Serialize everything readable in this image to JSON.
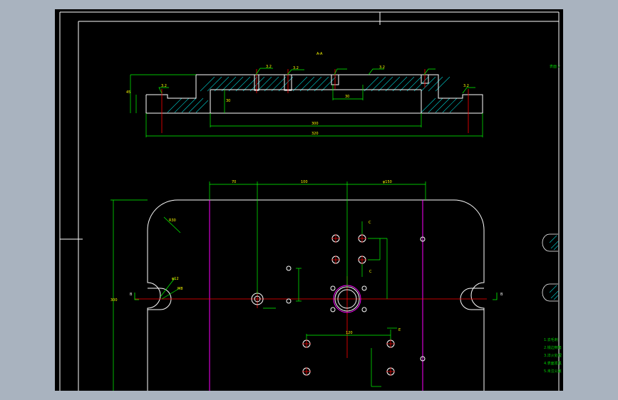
{
  "colors": {
    "background": "#000000",
    "frame": "#ffffff",
    "outline": "#ffffff",
    "dimension": "#00ff00",
    "center_line": "#ff0000",
    "aux_line": "#ff00ff",
    "hatch": "#00cccc",
    "text": "#ffff00",
    "notes": "#00cc00"
  },
  "section_view": {
    "label": "A-A",
    "dims": {
      "top_left": "3.2",
      "top_mid": "3.2",
      "top_right": "3.2",
      "left_end": "3.2",
      "right_end": "3.2",
      "inner_width": "300",
      "overall_width": "320",
      "slot_width": "30",
      "height": "45",
      "depth": "30"
    }
  },
  "plan_view": {
    "dims": {
      "left_offset": "70",
      "center_span": "100",
      "right_offset": "φ150",
      "hole_c_top": "C",
      "hole_c_bottom": "C",
      "hole_e": "E",
      "radius": "R30",
      "vertical_total": "300",
      "hole_pitch": "120",
      "small_hole": "φ12",
      "tap": "M8"
    },
    "section_marks": {
      "left": "B",
      "right": "B"
    }
  },
  "side_label": "表面 √",
  "tech_notes": [
    "1.去毛刺",
    "2.锐边倒角",
    "3.淬火处理",
    "4.表面发黑",
    "5.未注公差"
  ]
}
